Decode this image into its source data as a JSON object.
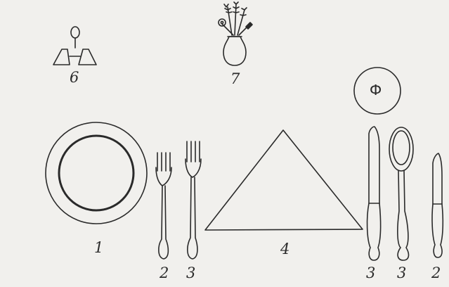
{
  "labels": {
    "plate": "1",
    "fork_left": "2",
    "fork_right": "3",
    "napkin": "4",
    "cruet": "6",
    "vase": "7",
    "knife_long": "3",
    "spoon": "3",
    "knife_small": "2",
    "bread_plate_mark": "Ф"
  },
  "colors": {
    "background": "#f1f0ed",
    "ink": "#2a2a2a"
  }
}
